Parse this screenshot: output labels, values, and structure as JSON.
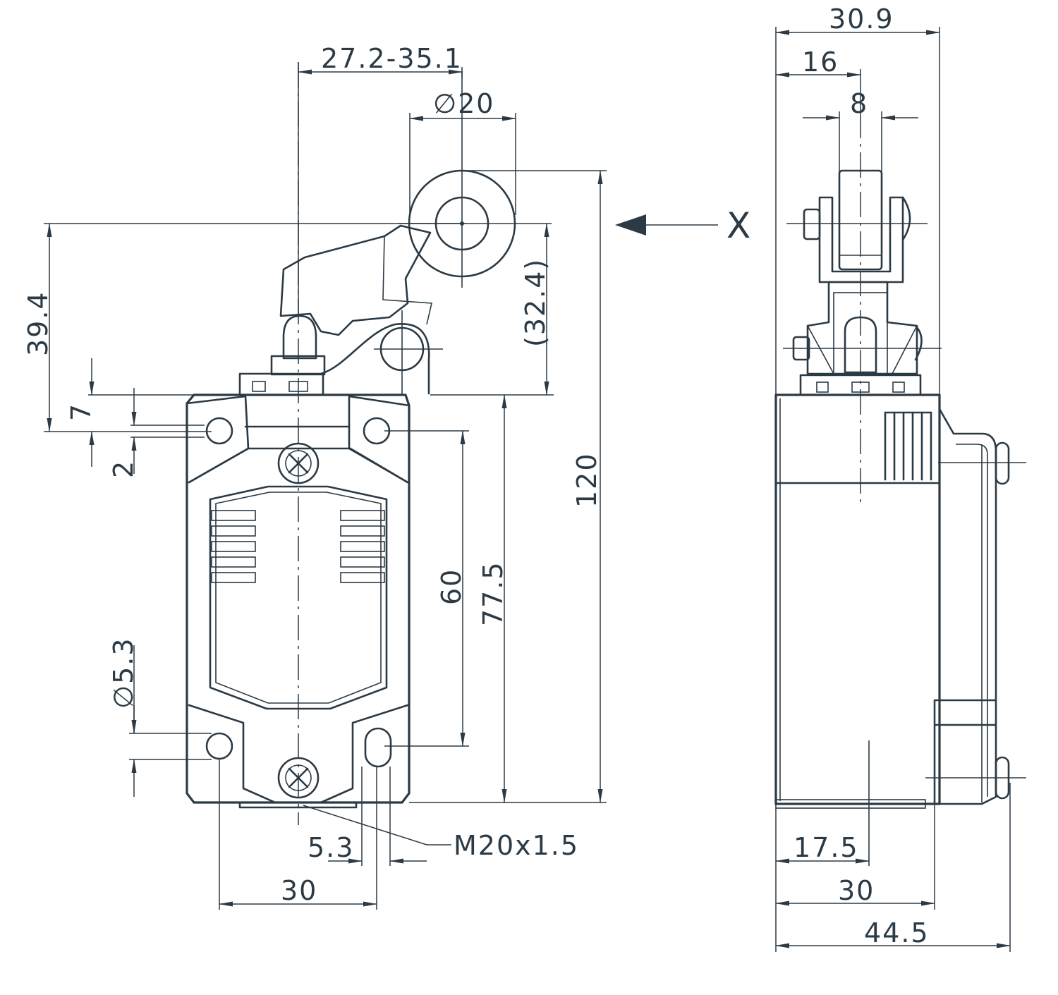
{
  "dimensions": {
    "lever_reach": "27.2-35.1",
    "roller_diameter": "∅20",
    "lever_height": "39.4",
    "roller_axis_height": "(32.4)",
    "total_height": "120",
    "flange_offset": "7",
    "flange_gap": "2",
    "hole_spacing_vertical": "60",
    "body_height": "77.5",
    "hole_diameter": "∅5.3",
    "slot_width": "5.3",
    "hole_spacing_horizontal": "30",
    "conduit_thread": "M20x1.5",
    "side_actuator_width": "30.9",
    "side_roller_offset": "16",
    "side_roller_width": "8",
    "side_center_offset": "17.5",
    "side_mount_depth": "30",
    "side_total_depth": "44.5"
  },
  "view_marker": "X"
}
